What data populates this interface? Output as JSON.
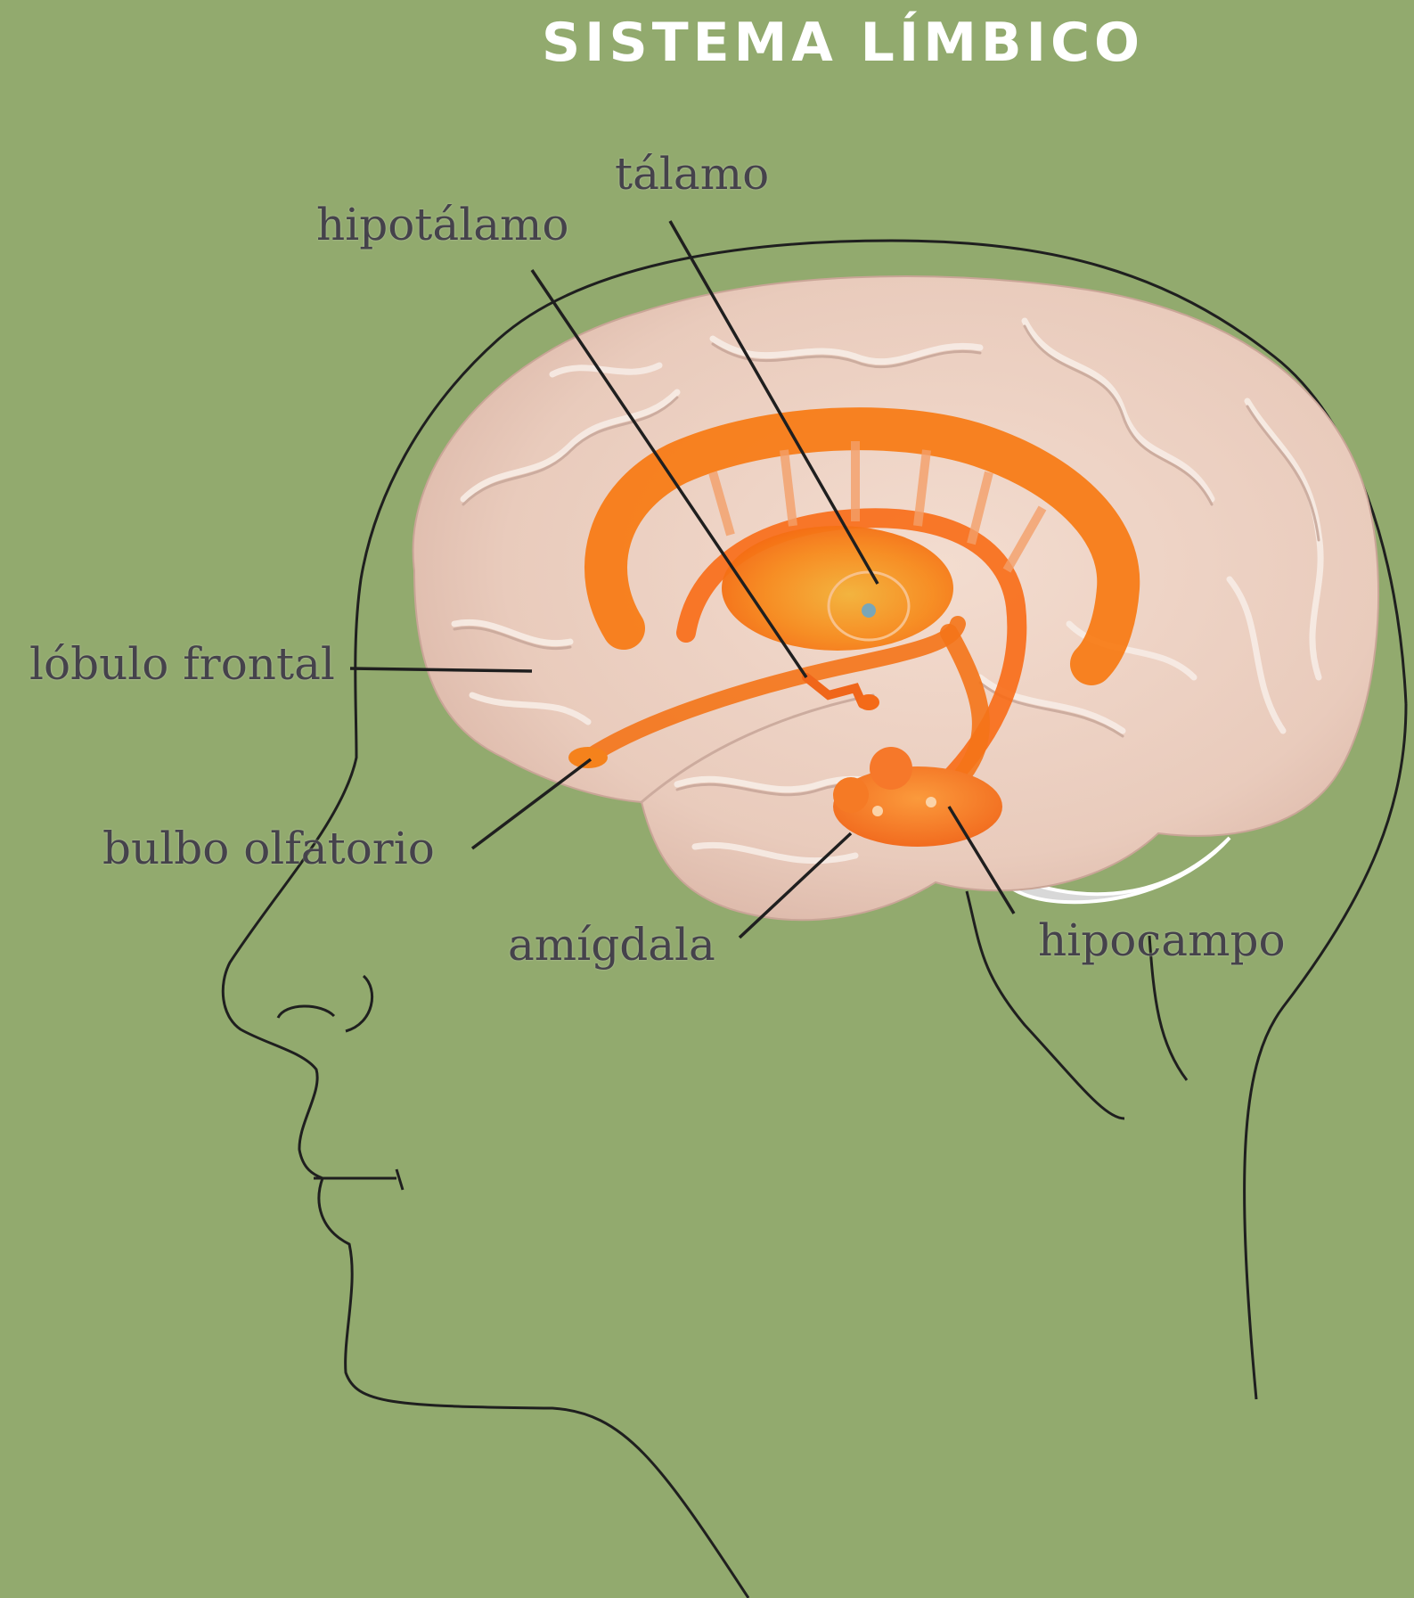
{
  "title": "SISTEMA LÍMBICO",
  "colors": {
    "background": "#92aa6e",
    "brain": "#edd3c4",
    "limbic": "#f77a12",
    "label_text": "#45424b",
    "outline": "#1f1f1f"
  },
  "labels": {
    "talamo": "tálamo",
    "hipotalamo": "hipotálamo",
    "lobulo_frontal": "lóbulo frontal",
    "bulbo_olfatorio": "bulbo olfatorio",
    "amigdala": "amígdala",
    "hipocampo": "hipocampo"
  }
}
